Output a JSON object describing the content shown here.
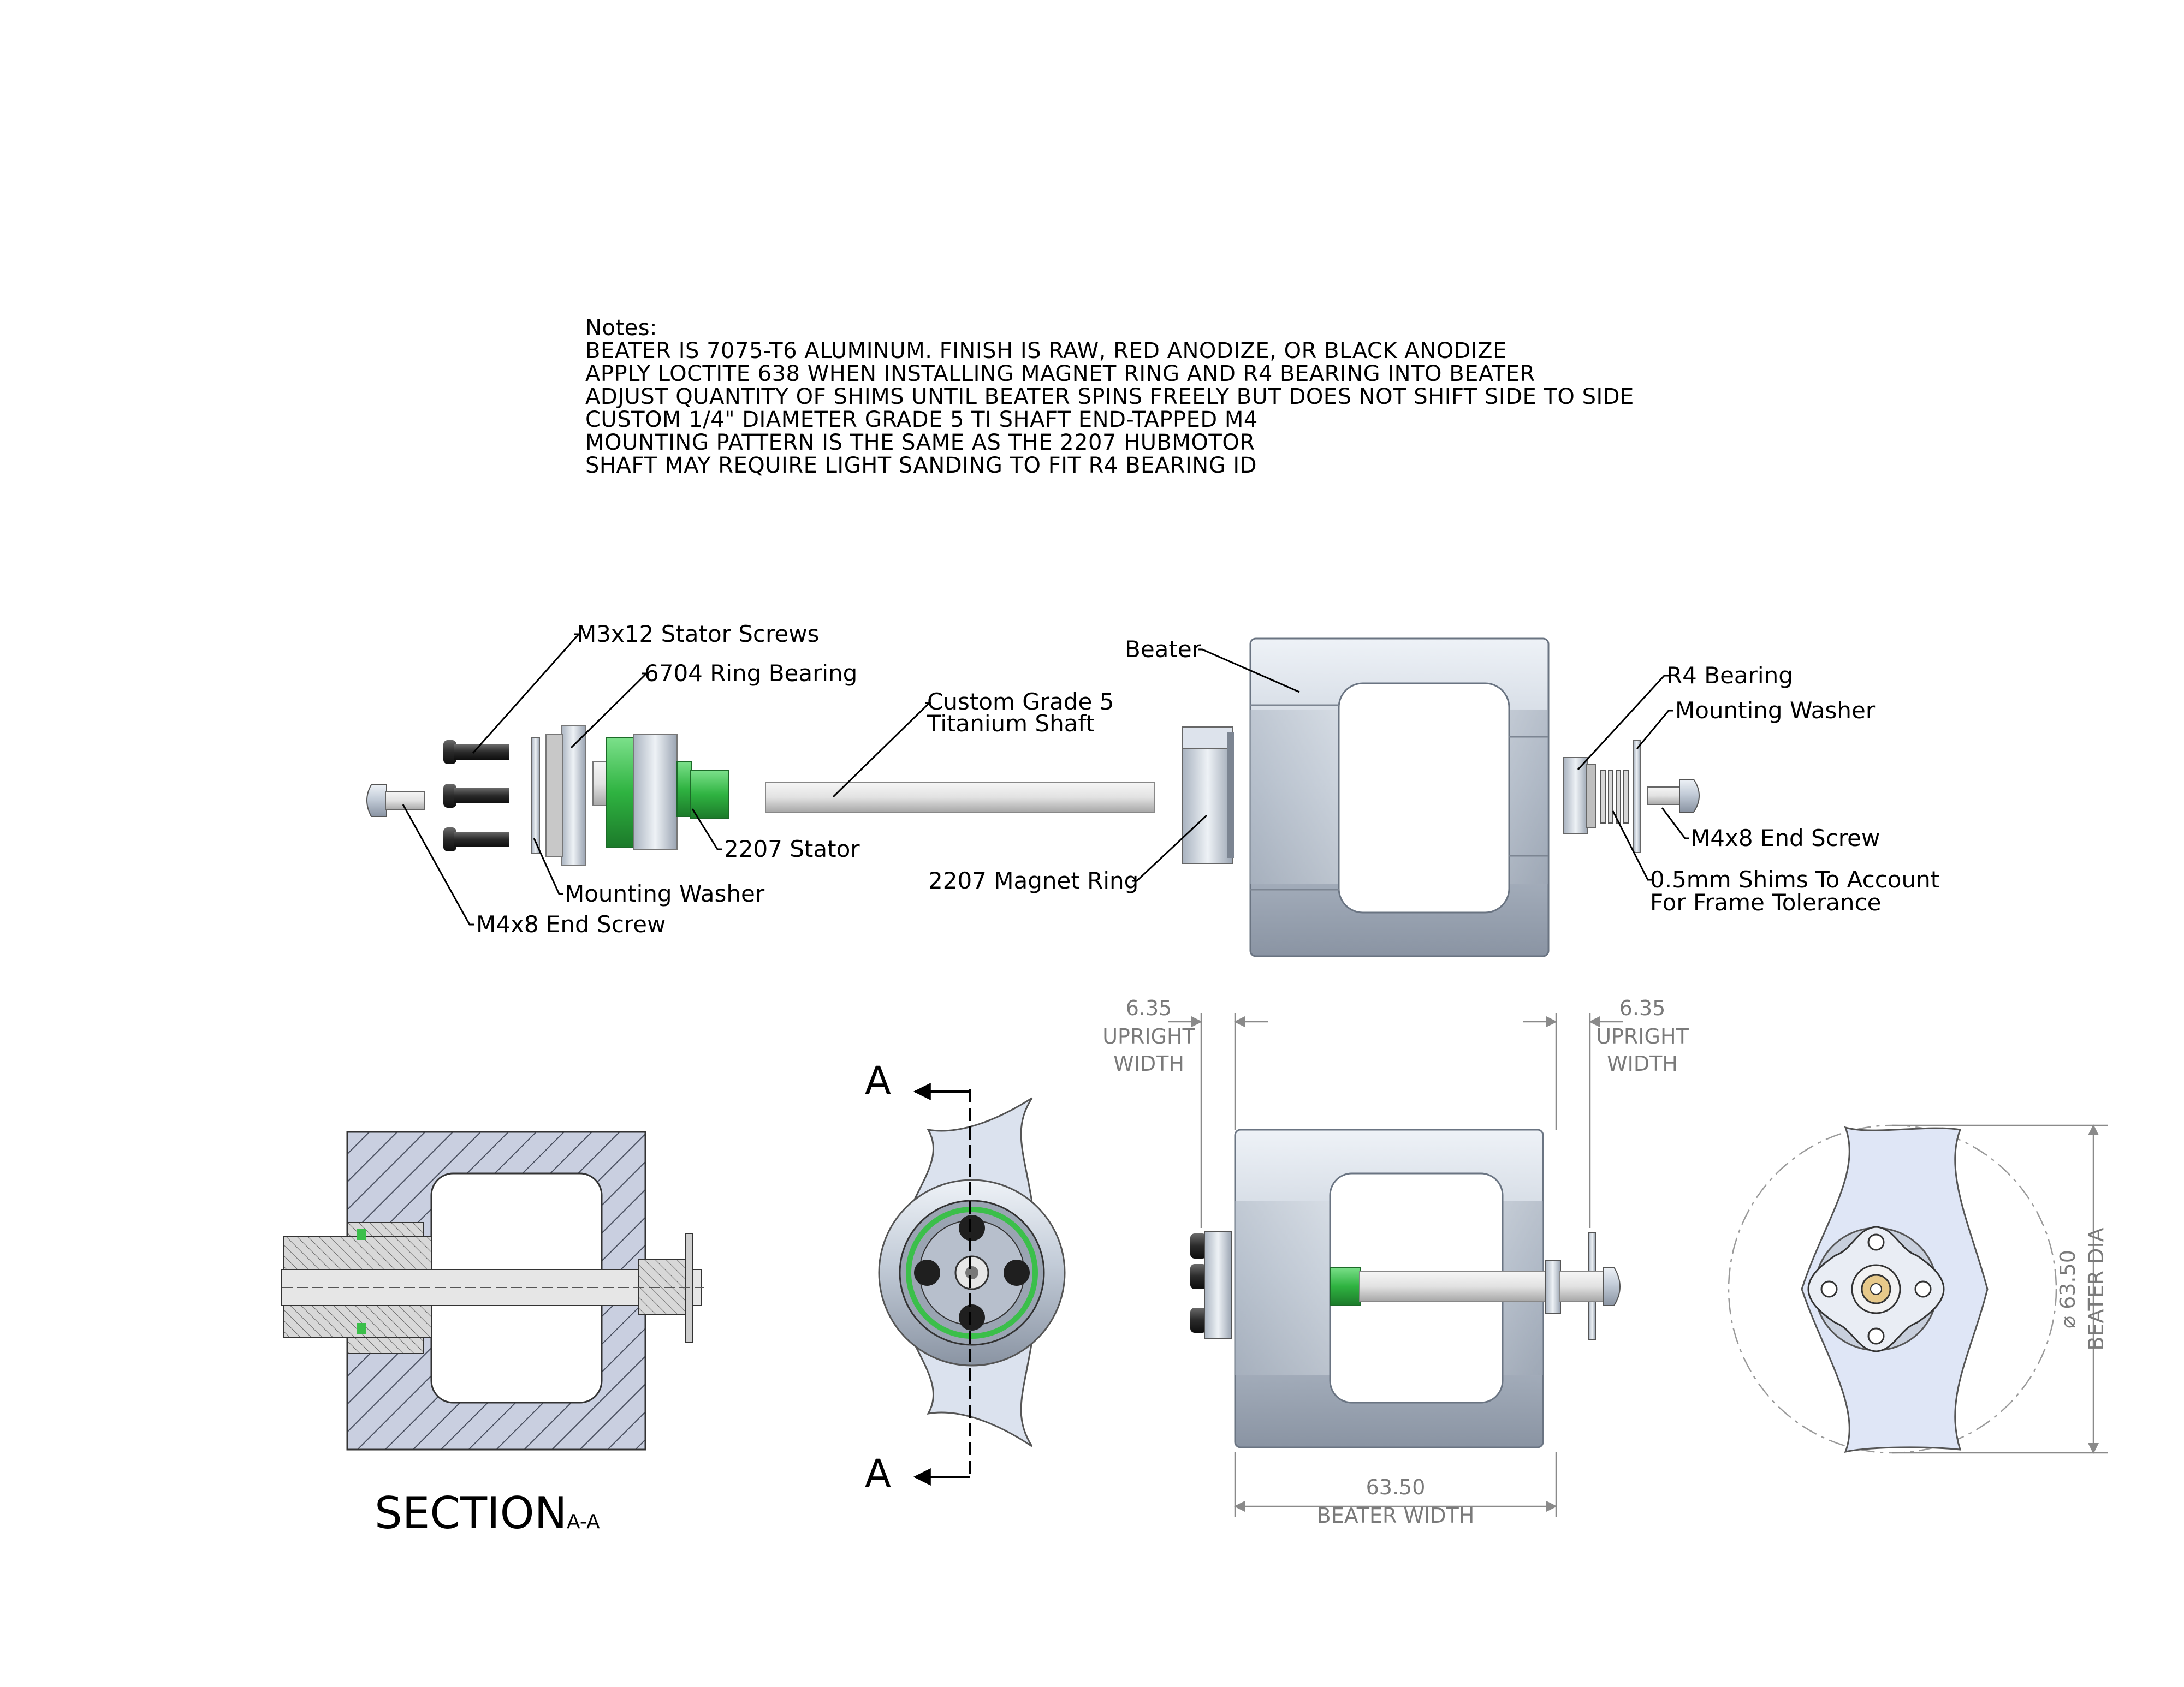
{
  "notes": {
    "heading": "Notes:",
    "lines": [
      "BEATER IS 7075-T6 ALUMINUM. FINISH IS RAW, RED ANODIZE, OR BLACK ANODIZE",
      "APPLY LOCTITE 638 WHEN INSTALLING MAGNET RING AND R4 BEARING INTO BEATER",
      "ADJUST QUANTITY OF SHIMS UNTIL BEATER SPINS FREELY BUT DOES NOT SHIFT SIDE TO SIDE",
      "CUSTOM 1/4\" DIAMETER GRADE 5 TI  SHAFT END-TAPPED M4",
      "MOUNTING PATTERN IS THE SAME AS THE 2207 HUBMOTOR",
      "SHAFT MAY REQUIRE LIGHT SANDING TO FIT R4 BEARING ID"
    ]
  },
  "exploded_labels": {
    "stator_screws": "M3x12 Stator Screws",
    "ring_bearing": "6704 Ring Bearing",
    "shaft_line1": "Custom Grade 5",
    "shaft_line2": "Titanium Shaft",
    "beater": "Beater",
    "r4_bearing": "R4 Bearing",
    "mounting_washer_right": "Mounting Washer",
    "end_screw_right": "M4x8 End Screw",
    "shims_line1": "0.5mm Shims To Account",
    "shims_line2": "For Frame Tolerance",
    "stator": "2207 Stator",
    "magnet_ring": "2207 Magnet Ring",
    "mounting_washer_left": "Mounting Washer",
    "end_screw_left": "M4x8 End Screw"
  },
  "section": {
    "title": "SECTION",
    "suffix": "A-A",
    "marker_top": "A",
    "marker_bottom": "A"
  },
  "dimensions": {
    "upright_left_value": "6.35",
    "upright_left_l1": "UPRIGHT",
    "upright_left_l2": "WIDTH",
    "upright_right_value": "6.35",
    "upright_right_l1": "UPRIGHT",
    "upright_right_l2": "WIDTH",
    "width_value": "63.50",
    "width_label": "BEATER WIDTH",
    "dia_value": "⌀ 63.50",
    "dia_label": "BEATER DIA"
  },
  "colors": {
    "steel": "#c7d0dc",
    "steel_dark": "#8e98a6",
    "stator_green": "#3bbf4a",
    "hatch": "#c9cfe0",
    "blue_light": "#dfe6f6"
  }
}
